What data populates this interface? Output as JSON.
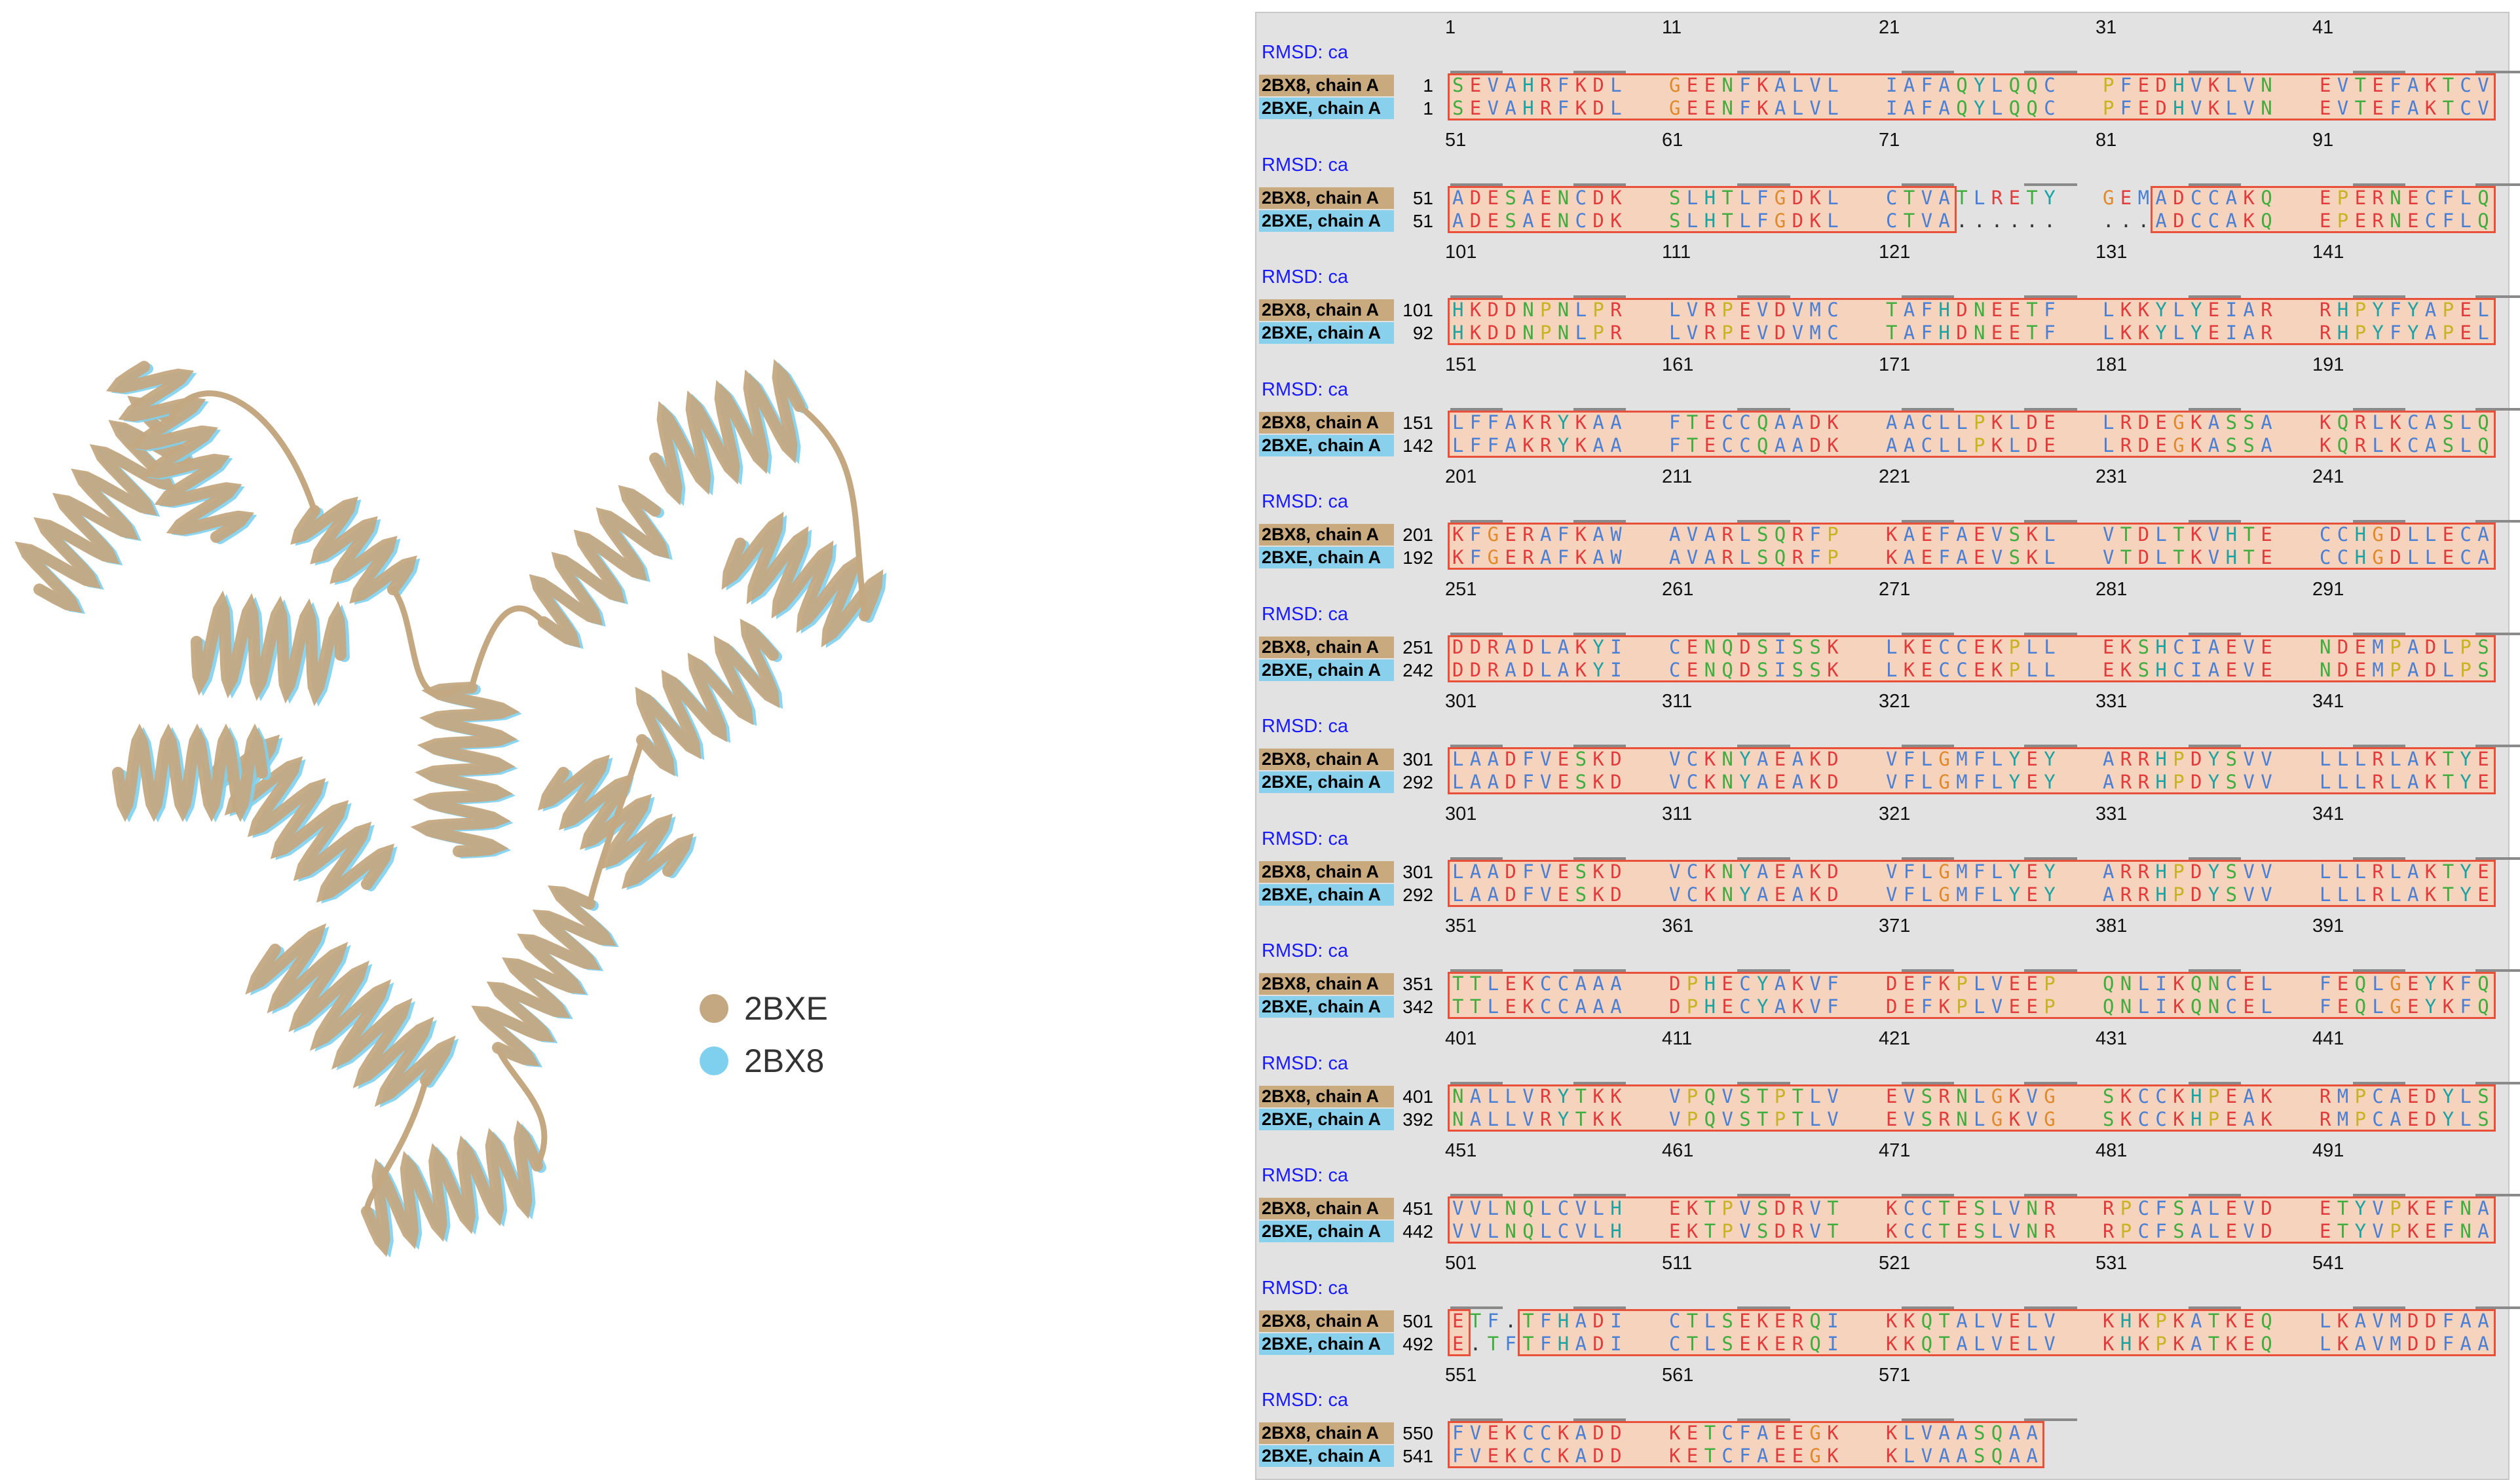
{
  "legend": [
    {
      "name": "2BXE",
      "color": "#c4a882"
    },
    {
      "name": "2BX8",
      "color": "#7fd0ee"
    }
  ],
  "colors": {
    "chain1_label_bg": "#c9a97e",
    "chain2_label_bg": "#88d0ec",
    "rmsd_text": "#1a1aff",
    "box_border": "#e8503a",
    "box_fill": "#f5d3bd",
    "panel_bg": "#e2e2e2"
  },
  "rmsd_label": "RMSD: ca",
  "row_labels": [
    "2BX8, chain A",
    "2BXE, chain A"
  ],
  "blocks": [
    {
      "numbers": [
        "1",
        "11",
        "21",
        "31",
        "41"
      ],
      "starts": [
        "1",
        "1"
      ],
      "seq1": "SEVAHRFKDLGEENFKALVLIAFAQYLQQCPFEDHVKLVNEVTEFAKTCV",
      "seq2": "SEVAHRFKDLGEENFKALVLIAFAQYLQQCPFEDHVKLVNEVTEFAKTCV"
    },
    {
      "numbers": [
        "51",
        "61",
        "71",
        "81",
        "91"
      ],
      "starts": [
        "51",
        "51"
      ],
      "seq1": "ADESAENCDKSLHTLFGDKLCTVATLRETYGEMADCCAKQEPERNECFLQ",
      "seq2": "ADESAENCDKSLHTLFGDKLCTVA.........ADCCAKQEPERNECFLQ"
    },
    {
      "numbers": [
        "101",
        "111",
        "121",
        "131",
        "141"
      ],
      "starts": [
        "101",
        "92"
      ],
      "seq1": "HKDDNPNLPRLVRPEVDVMCTAFHDNEETFLKKYLYEIARRHPYFYAPEL",
      "seq2": "HKDDNPNLPRLVRPEVDVMCTAFHDNEETFLKKYLYEIARRHPYFYAPEL"
    },
    {
      "numbers": [
        "151",
        "161",
        "171",
        "181",
        "191"
      ],
      "starts": [
        "151",
        "142"
      ],
      "seq1": "LFFAKRYKAAFTECCQAADKAACLLPKLDELRDEGKASSAKQRLKCASLQ",
      "seq2": "LFFAKRYKAAFTECCQAADKAACLLPKLDELRDEGKASSAKQRLKCASLQ"
    },
    {
      "numbers": [
        "201",
        "211",
        "221",
        "231",
        "241"
      ],
      "starts": [
        "201",
        "192"
      ],
      "seq1": "KFGERAFKAWAVARLSQRFPKAEFAEVSKLVTDLTKVHTECCHGDLLECA",
      "seq2": "KFGERAFKAWAVARLSQRFPKAEFAEVSKLVTDLTKVHTECCHGDLLECA"
    },
    {
      "numbers": [
        "251",
        "261",
        "271",
        "281",
        "291"
      ],
      "starts": [
        "251",
        "242"
      ],
      "seq1": "DDRADLAKYICENQDSISSKLKECCEKPLLEKSHCIAEVENDEMPADLPS",
      "seq2": "DDRADLAKYICENQDSISSKLKECCEKPLLEKSHCIAEVENDEMPADLPS"
    },
    {
      "numbers": [
        "301",
        "311",
        "321",
        "331",
        "341"
      ],
      "starts": [
        "301",
        "292"
      ],
      "seq1": "LAADFVESKDVCKNYAEAKDVFLGMFLYEYARRHPDYSVVLLLRLAKTYE",
      "seq2": "LAADFVESKDVCKNYAEAKDVFLGMFLYEYARRHPDYSVVLLLRLAKTYE"
    },
    {
      "numbers": [
        "301",
        "311",
        "321",
        "331",
        "341"
      ],
      "starts": [
        "301",
        "292"
      ],
      "seq1": "LAADFVESKDVCKNYAEAKDVFLGMFLYEYARRHPDYSVVLLLRLAKTYE",
      "seq2": "LAADFVESKDVCKNYAEAKDVFLGMFLYEYARRHPDYSVVLLLRLAKTYE"
    },
    {
      "numbers": [
        "351",
        "361",
        "371",
        "381",
        "391"
      ],
      "starts": [
        "351",
        "342"
      ],
      "seq1": "TTLEKCCAAADPHECYAKVFDEFKPLVEEPQNLIKQNCELFEQLGEYKFQ",
      "seq2": "TTLEKCCAAADPHECYAKVFDEFKPLVEEPQNLIKQNCELFEQLGEYKFQ"
    },
    {
      "numbers": [
        "401",
        "411",
        "421",
        "431",
        "441"
      ],
      "starts": [
        "401",
        "392"
      ],
      "seq1": "NALLVRYTKKVPQVSTPTLVEVSRNLGKVGSKCCKHPEAKRMPCAEDYLS",
      "seq2": "NALLVRYTKKVPQVSTPTLVEVSRNLGKVGSKCCKHPEAKRMPCAEDYLS"
    },
    {
      "numbers": [
        "451",
        "461",
        "471",
        "481",
        "491"
      ],
      "starts": [
        "451",
        "442"
      ],
      "seq1": "VVLNQLCVLHEKTPVSDRVTKCCTESLVNRRPCFSALEVDETYVPKEFNA",
      "seq2": "VVLNQLCVLHEKTPVSDRVTKCCTESLVNRRPCFSALEVDETYVPKEFNA"
    },
    {
      "numbers": [
        "501",
        "511",
        "521",
        "531",
        "541"
      ],
      "starts": [
        "501",
        "492"
      ],
      "seq1": "ETF.TFHADICTLSEKERQIKKQTALVELVKHKPKATKEQLKAVMDDFAA",
      "seq2": "E.TFTFHADICTLSEKERQIKKQTALVELVKHKPKATKEQLKAVMDDFAA"
    },
    {
      "numbers": [
        "551",
        "561",
        "571"
      ],
      "starts": [
        "550",
        "541"
      ],
      "seq1": "FVEKCCKADDKETCFAEEGKKLVAASQAA",
      "seq2": "FVEKCCKADDKETCFAEEGKKLVAASQAA"
    }
  ]
}
